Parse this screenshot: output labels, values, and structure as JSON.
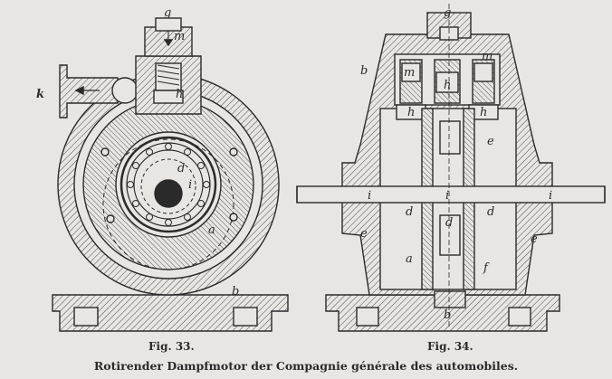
{
  "figures": [
    {
      "caption": "Fig. 33.",
      "labels": {
        "g": "g",
        "m": "m",
        "h": "h",
        "k": "k",
        "d": "d",
        "i": "i",
        "a": "a",
        "b": "b"
      }
    },
    {
      "caption": "Fig. 34.",
      "labels": {
        "g": "g",
        "b_top": "b",
        "m_left": "m",
        "m_right": "m",
        "h_top": "h",
        "h_left": "h",
        "h_right": "h",
        "e_upper": "e",
        "e_left": "e",
        "e_right": "e",
        "i_left": "i",
        "i_center": "i",
        "i_right": "i",
        "d_left": "d",
        "d_center": "d",
        "d_right": "d",
        "a": "a",
        "f": "f",
        "b_bottom": "b"
      }
    }
  ],
  "main_caption": "Rotirender Dampfmotor der Compagnie générale des automobiles.",
  "colors": {
    "paper": "#e8e6e2",
    "ink": "#2a2a2a",
    "hatch": "#555555"
  }
}
